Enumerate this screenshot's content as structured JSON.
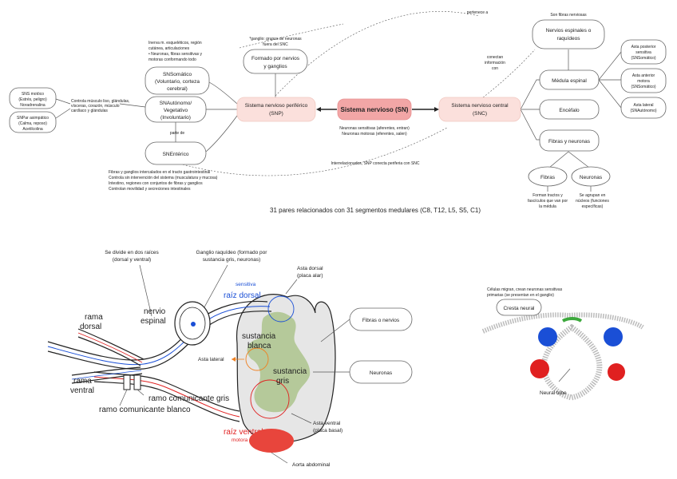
{
  "top_diagram": {
    "central": "Sistema nervioso (SN)",
    "snp": [
      "Sistema nervioso periférico",
      "(SNP)"
    ],
    "snc": [
      "Sistema nervioso central",
      "(SNC)"
    ],
    "ganglios_note": [
      "*ganglio: grupos de neuronas",
      "fuera del SNC"
    ],
    "ganglios_node": [
      "Formado por nervios",
      "y ganglios"
    ],
    "somatico": [
      "SNSomático",
      "(Voluntario, corteza",
      "cerebral)"
    ],
    "somatico_note": [
      "Inerva m. esqueléticos, región",
      "cutánea, articulaciones",
      "• Neuronas, fibras sensitivas y",
      "motoras conformando todo"
    ],
    "autonomo": [
      "SNAutónomo/",
      "Vegetativo",
      "(Involuntario)"
    ],
    "enterico": "SNEntérico",
    "parte_de": "parte de",
    "autonomo_note": [
      "Controla músculo liso, glándulas,",
      "vísceras, corazón, músculo",
      "cardíaco y glándulas"
    ],
    "simpatico": [
      "SNS motóco",
      "(Estrés, peligro)",
      "Noradrenalina"
    ],
    "parasimpatico": [
      "SNPar asimpático",
      "(Calma, reposo)",
      "Acetilcolina"
    ],
    "enterico_note": [
      "Fibras y ganglios intercalados en el tracto gastrointestinal",
      "Controla sin intervención del sistema (musculatura y mucosa)",
      "Intestino, regiones con conjuntos de fibras y ganglios",
      "Controlan movilidad y secreciones intestinales"
    ],
    "neuronas_note": [
      "Neuronas sensitivas (aferentes, entran)",
      "Neuronas motoras (eferentes, salen)"
    ],
    "interrelacionados": "Interrelacionados, SNP conecta periferia con SNC",
    "pertenece_a": "pertenece a",
    "conectan": [
      "conectan",
      "información",
      "con"
    ],
    "fibras_nerviosas_note": "Son fibras nerviosas",
    "nervios_espinales": [
      "Nervios espinales o",
      "raquídeos"
    ],
    "medula": "Médula espinal",
    "encefalo": "Encéfalo",
    "fibras_neuronas": "Fibras y neuronas",
    "asta_posterior": [
      "Asta posterior",
      "sensitiva",
      "(SNSomático)"
    ],
    "asta_anterior": [
      "Asta anterior",
      "motora",
      "(SNSomático)"
    ],
    "asta_lateral": [
      "Asta lateral",
      "(SNAutónomo)"
    ],
    "fibras": "Fibras",
    "neuronas": "Neuronas",
    "fibras_note": [
      "Forman tractos y",
      "fascículos que van por",
      "la médula"
    ],
    "neuronas_note2": [
      "Se agrupan en",
      "núcleos (funciones",
      "específicas)"
    ],
    "bottom_line": "31 pares relacionados con 31 segmentos medulares (C8, T12, L5, S5, C1)"
  },
  "spinal_diagram": {
    "divide_note": [
      "Se divide en dos raíces",
      "(dorsal y ventral)"
    ],
    "ganglio_note": [
      "Ganglio raquídeo (formado por",
      "sustancia gris, neuronas)"
    ],
    "asta_dorsal": [
      "Asta dorsal",
      "(placa alar)"
    ],
    "sensitiva": "sensitiva",
    "raiz_dorsal": "raíz dorsal",
    "nervio_espinal": [
      "nervio",
      "espinal"
    ],
    "rama_dorsal": [
      "rama",
      "dorsal"
    ],
    "rama_ventral": [
      "rama",
      "ventral"
    ],
    "sustancia_blanca": [
      "sustancia",
      "blanca"
    ],
    "sustancia_gris": [
      "sustancia",
      "gris"
    ],
    "asta_lateral": "Asta lateral",
    "ramo_gris": "ramo comunicante gris",
    "ramo_blanco": "ramo comunicante blanco",
    "raiz_ventral": "raíz ventral",
    "motora": "motora",
    "asta_ventral": [
      "Asta ventral",
      "(placa basal)"
    ],
    "aorta": "Aorta abdominal",
    "fibras_nervios": "Fibras o nervios",
    "neuronas": "Neuronas"
  },
  "neural_tube": {
    "cresta_note": [
      "Células migran, crean neuronas sensitivas",
      "primarias (se presentan en el ganglio)"
    ],
    "cresta": "Cresta neural",
    "tube": "Neural tube"
  },
  "colors": {
    "pink": "#fbe0dc",
    "red_node": "#f2a6a6",
    "blue": "#1a4fd6",
    "red": "#e02020",
    "gray_matter": "#b5c99a",
    "ventral_blob": "#e8453c"
  }
}
